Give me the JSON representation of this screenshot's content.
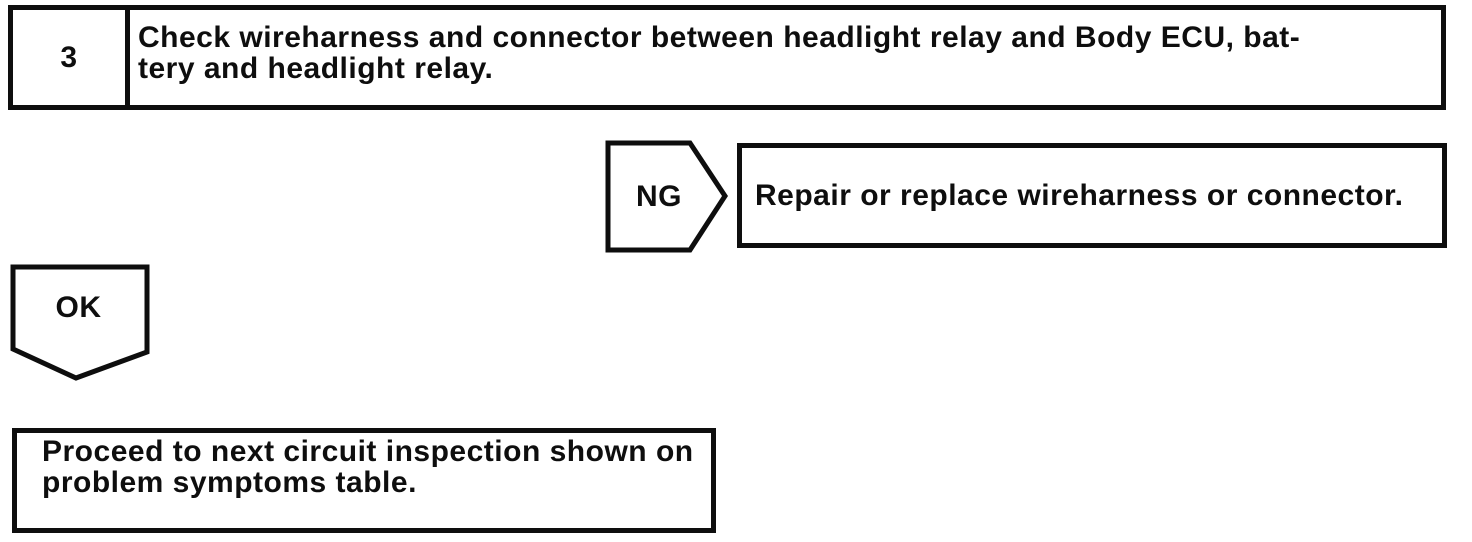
{
  "page": {
    "background": "#ffffff",
    "ink_color": "#0e0e0e"
  },
  "flowchart": {
    "step": {
      "number": "3",
      "instruction_lines": [
        "Check wireharness and connector between headlight relay and Body ECU, bat-",
        "tery and headlight relay."
      ],
      "instruction_full": "Check wireharness and connector between headlight relay and Body ECU, battery and headlight relay."
    },
    "ng_branch": {
      "label": "NG",
      "action": "Repair or replace wireharness or connector."
    },
    "ok_branch": {
      "label": "OK",
      "action_lines": [
        "Proceed to next circuit inspection shown on",
        "problem symptoms table."
      ],
      "action_full": "Proceed to next circuit inspection shown on problem symptoms table."
    }
  }
}
